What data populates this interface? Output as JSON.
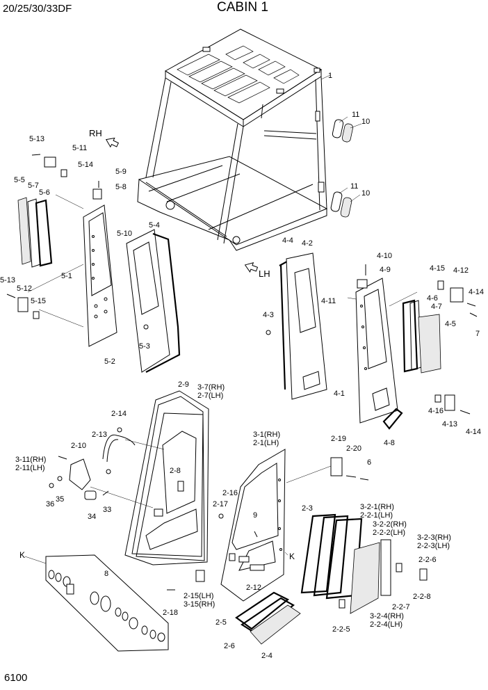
{
  "header": {
    "model": "20/25/30/33DF",
    "title": "CABIN 1"
  },
  "footer": {
    "page_number": "6100"
  },
  "directions": {
    "rh": "RH",
    "lh": "LH"
  },
  "labels": {
    "l1": "1",
    "l11a": "11",
    "l10a": "10",
    "l11b": "11",
    "l10b": "10",
    "l5_13a": "5-13",
    "l5_11": "5-11",
    "l5_14": "5-14",
    "l5_9": "5-9",
    "l5_8": "5-8",
    "l5_5": "5-5",
    "l5_7": "5-7",
    "l5_6": "5-6",
    "l5_10": "5-10",
    "l5_4": "5-4",
    "l5_1": "5-1",
    "l5_13b": "5-13",
    "l5_12": "5-12",
    "l5_15": "5-15",
    "l5_3": "5-3",
    "l5_2": "5-2",
    "l4_4": "4-4",
    "l4_2": "4-2",
    "l4_10": "4-10",
    "l4_9": "4-9",
    "l4_15": "4-15",
    "l4_12": "4-12",
    "l4_14a": "4-14",
    "l4_11": "4-11",
    "l4_6": "4-6",
    "l4_7": "4-7",
    "l7": "7",
    "l4_3": "4-3",
    "l4_5": "4-5",
    "l4_1": "4-1",
    "l4_16": "4-16",
    "l4_13": "4-13",
    "l4_14b": "4-14",
    "l4_8": "4-8",
    "l2_9": "2-9",
    "l3_7": "3-7(RH)",
    "l2_7": "2-7(LH)",
    "l2_14": "2-14",
    "l2_13": "2-13",
    "l2_10": "2-10",
    "l3_11": "3-11(RH)",
    "l2_11": "2-11(LH)",
    "l2_8": "2-8",
    "l36": "36",
    "l35": "35",
    "l34": "34",
    "l33": "33",
    "l3_1": "3-1(RH)",
    "l2_1": "2-1(LH)",
    "l2_19": "2-19",
    "l2_20": "2-20",
    "l6": "6",
    "l2_16": "2-16",
    "l2_17": "2-17",
    "l9": "9",
    "lK1": "K",
    "lK2": "K",
    "l8": "8",
    "l2_3": "2-3",
    "l3_2_1": "3-2-1(RH)",
    "l2_2_1": "2-2-1(LH)",
    "l3_2_2": "3-2-2(RH)",
    "l2_2_2": "2-2-2(LH)",
    "l3_2_3": "3-2-3(RH)",
    "l2_2_3": "2-2-3(LH)",
    "l2_2_6": "2-2-6",
    "l2_2_8": "2-2-8",
    "l2_2_7": "2-2-7",
    "l3_2_4": "3-2-4(RH)",
    "l2_2_4": "2-2-4(LH)",
    "l2_2_5": "2-2-5",
    "l2_12": "2-12",
    "l2_15": "2-15(LH)",
    "l3_15": "3-15(RH)",
    "l2_18": "2-18",
    "l2_5": "2-5",
    "l2_6": "2-6",
    "l2_4": "2-4"
  }
}
